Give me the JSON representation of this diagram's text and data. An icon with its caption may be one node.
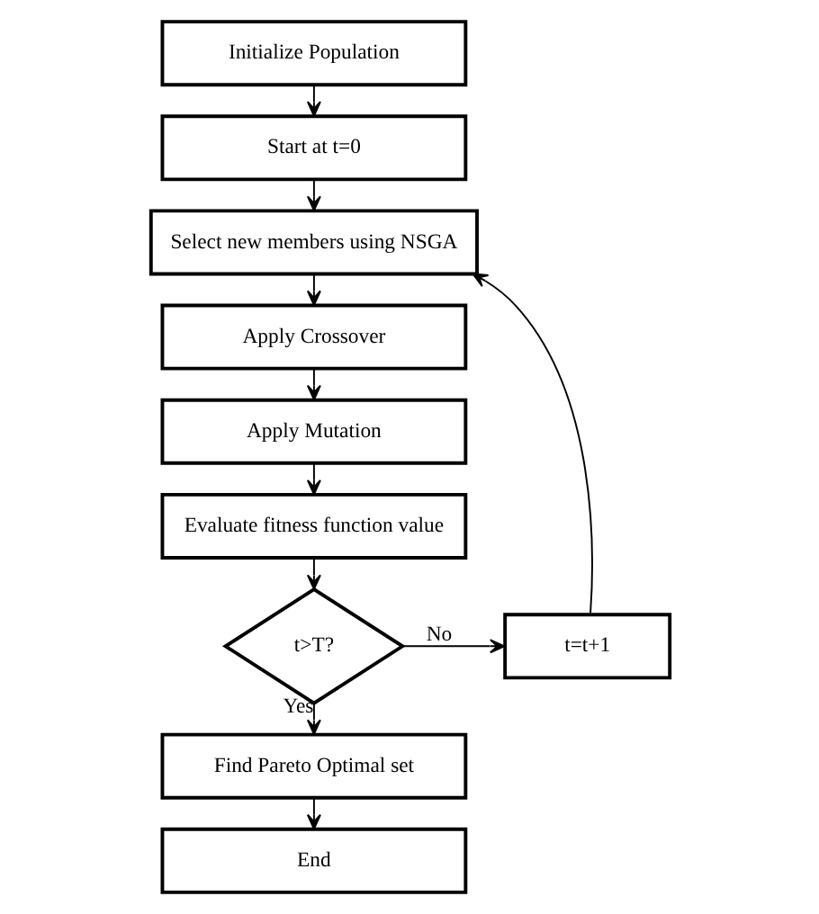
{
  "diagram": {
    "nodes": [
      {
        "text": [
          "Initialize Population"
        ]
      },
      {
        "text": [
          "Start at t=0"
        ]
      },
      {
        "text": [
          "Select new members using NSGA"
        ]
      },
      {
        "text": [
          "Apply Crossover"
        ]
      },
      {
        "text": [
          "Apply Mutation"
        ]
      },
      {
        "text": [
          "Evaluate fitness function value"
        ]
      },
      {
        "text": [
          "t>T?"
        ]
      },
      {
        "text": [
          "Find Pareto Optimal set"
        ]
      },
      {
        "text": [
          "End"
        ]
      },
      {
        "text": [
          "t=t+1"
        ]
      }
    ],
    "edges": [
      {
        "from": 0,
        "to": 1,
        "arrow": "to"
      },
      {
        "from": 1,
        "to": 2,
        "arrow": "to"
      },
      {
        "from": 2,
        "to": 3,
        "arrow": "to"
      },
      {
        "from": 3,
        "to": 4,
        "arrow": "to"
      },
      {
        "from": 4,
        "to": 5,
        "arrow": "to"
      },
      {
        "from": 5,
        "to": 6,
        "arrow": "to"
      },
      {
        "from": 6,
        "to": 9,
        "arrow": "to",
        "label": "No"
      },
      {
        "from": 6,
        "to": 7,
        "arrow": "to",
        "label": "Yes"
      },
      {
        "from": 7,
        "to": 8,
        "arrow": "to"
      },
      {
        "from": 9,
        "to": 2,
        "arrow": "to"
      }
    ]
  }
}
